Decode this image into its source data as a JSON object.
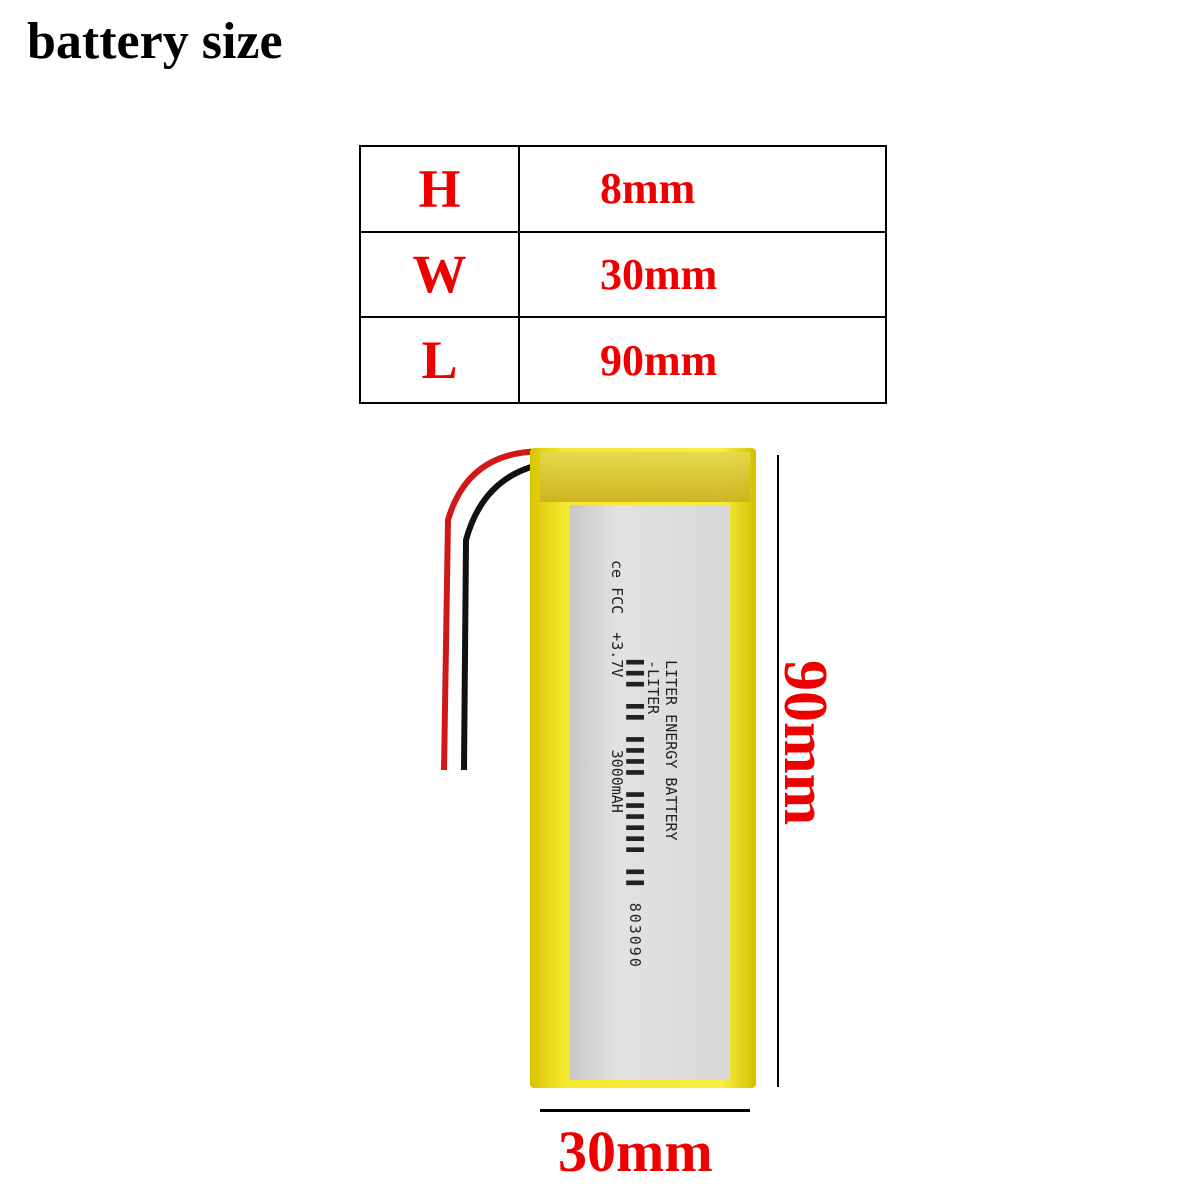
{
  "title": "battery size",
  "table": [
    {
      "key": "H",
      "value": "8mm"
    },
    {
      "key": "W",
      "value": "30mm"
    },
    {
      "key": "L",
      "value": "90mm"
    }
  ],
  "battery_label": {
    "brand": "LITER ENERGY BATTERY",
    "sub": "-LITER",
    "model": "803090",
    "marks": "ce  FCC",
    "voltage": "+3.7V",
    "capacity": "3000mAH"
  },
  "dimensions": {
    "length": "90mm",
    "width": "30mm"
  }
}
